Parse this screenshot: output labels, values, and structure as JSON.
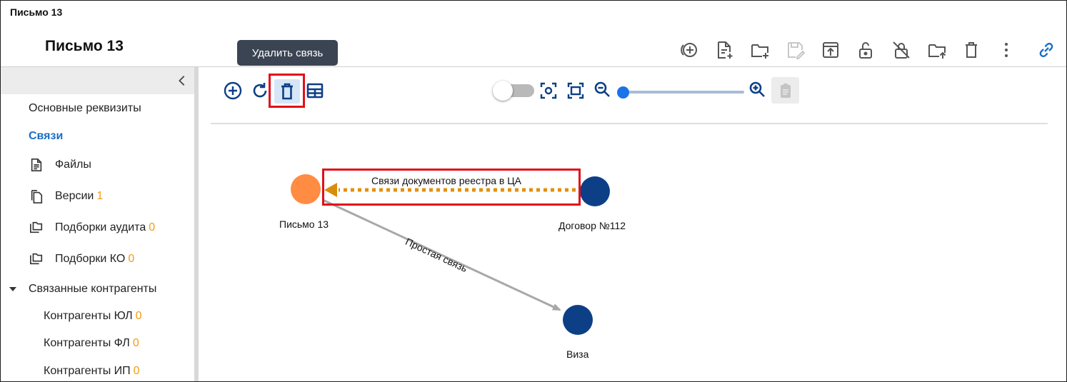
{
  "window": {
    "title": "Письмо 13"
  },
  "document": {
    "title": "Письмо 13"
  },
  "tooltip": {
    "text": "Удалить связь"
  },
  "header_actions": [
    {
      "icon": "add-circle-icon"
    },
    {
      "icon": "file-add-icon"
    },
    {
      "icon": "folder-add-icon"
    },
    {
      "icon": "save-edit-icon",
      "disabled": true
    },
    {
      "icon": "upload-box-icon"
    },
    {
      "icon": "unlock-icon"
    },
    {
      "icon": "lock-off-icon"
    },
    {
      "icon": "folder-upload-icon"
    },
    {
      "icon": "delete-icon"
    },
    {
      "icon": "more-vertical-icon"
    },
    {
      "icon": "link-icon"
    }
  ],
  "sidebar": {
    "items": [
      {
        "label": "Основные реквизиты"
      },
      {
        "label": "Связи",
        "active": true
      },
      {
        "label": "Файлы",
        "icon": "file-icon"
      },
      {
        "label": "Версии",
        "count": "1",
        "icon": "versions-icon"
      },
      {
        "label": "Подборки аудита",
        "count": "0",
        "icon": "folder-copy-icon"
      },
      {
        "label": "Подборки КО",
        "count": "0",
        "icon": "folder-copy-icon"
      },
      {
        "label": "Связанные контрагенты",
        "expanded": true
      },
      {
        "label": "Контрагенты ЮЛ",
        "count": "0"
      },
      {
        "label": "Контрагенты ФЛ",
        "count": "0"
      },
      {
        "label": "Контрагенты ИП",
        "count": "0"
      }
    ]
  },
  "toolbar": {
    "left": [
      "add-circle-icon",
      "refresh-icon",
      "delete-icon",
      "table-icon"
    ],
    "right": [
      "toggle",
      "focus-icon",
      "fit-screen-icon",
      "zoom-out-icon",
      "zoom-slider",
      "zoom-in-icon",
      "clipboard-icon"
    ],
    "zoom_level": 0
  },
  "graph": {
    "nodes": [
      {
        "id": "letter",
        "label": "Письмо 13",
        "color": "#ff8c42"
      },
      {
        "id": "contract",
        "label": "Договор №112",
        "color": "#0d3f86"
      },
      {
        "id": "visa",
        "label": "Виза",
        "color": "#0d3f86"
      }
    ],
    "edges": [
      {
        "from": "contract",
        "to": "letter",
        "label": "Связи документов реестра в ЦА",
        "style": "dotted",
        "color": "#e3900c"
      },
      {
        "from": "letter",
        "to": "visa",
        "label": "Простая связь",
        "style": "solid",
        "color": "#a8a8a8"
      }
    ]
  },
  "colors": {
    "accent": "#1a6fc4",
    "count": "#f39c12",
    "highlight": "#e0101a",
    "icon": "#0d3f86"
  }
}
